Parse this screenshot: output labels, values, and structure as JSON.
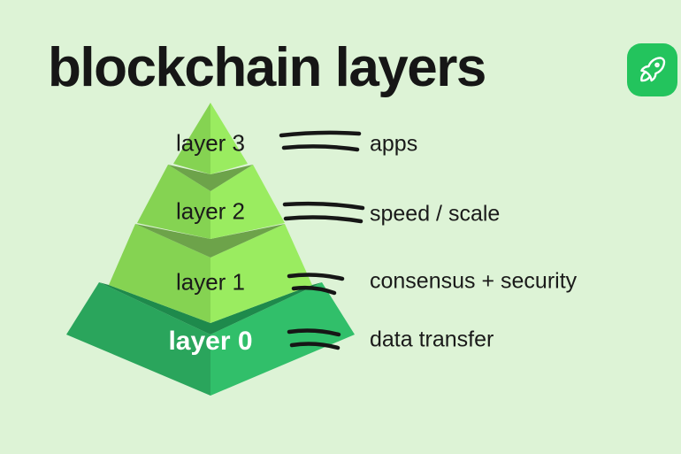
{
  "title": "blockchain layers",
  "logo": {
    "icon": "rocket-icon"
  },
  "colors": {
    "background": "#ddf3d6",
    "text": "#1a1a1a",
    "brand_green": "#23c45d",
    "tier_left": "#85d352",
    "tier_right": "#9aec60",
    "band_olive": "#6da34a",
    "base_left": "#2aa55c",
    "base_right": "#31bf6a",
    "base_top": "#1e8a4c",
    "layer0_text": "#ffffff",
    "equals_stroke": "#161616"
  },
  "pyramid": {
    "layers": [
      {
        "label": "layer 3",
        "description": "apps"
      },
      {
        "label": "layer 2",
        "description": "speed / scale"
      },
      {
        "label": "layer 1",
        "description": "consensus + security"
      },
      {
        "label": "layer 0",
        "description": "data transfer"
      }
    ]
  }
}
